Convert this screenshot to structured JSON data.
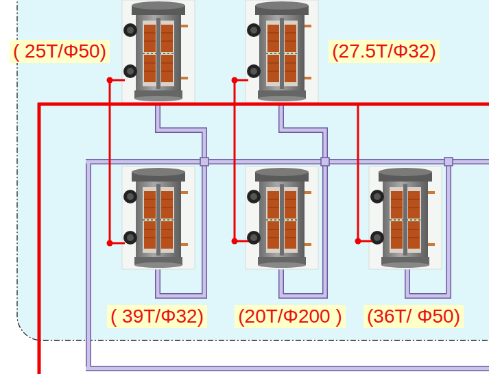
{
  "diagram": {
    "nodes": [
      {
        "text": [
          "( 25T/Φ50)"
        ]
      },
      {
        "text": [
          "(27.5T/Φ32)"
        ]
      },
      {
        "text": [
          "( 39T/Φ32)"
        ]
      },
      {
        "text": [
          "(20T/Φ200 )"
        ]
      },
      {
        "text": [
          "(36T/ Φ50)"
        ]
      }
    ]
  }
}
